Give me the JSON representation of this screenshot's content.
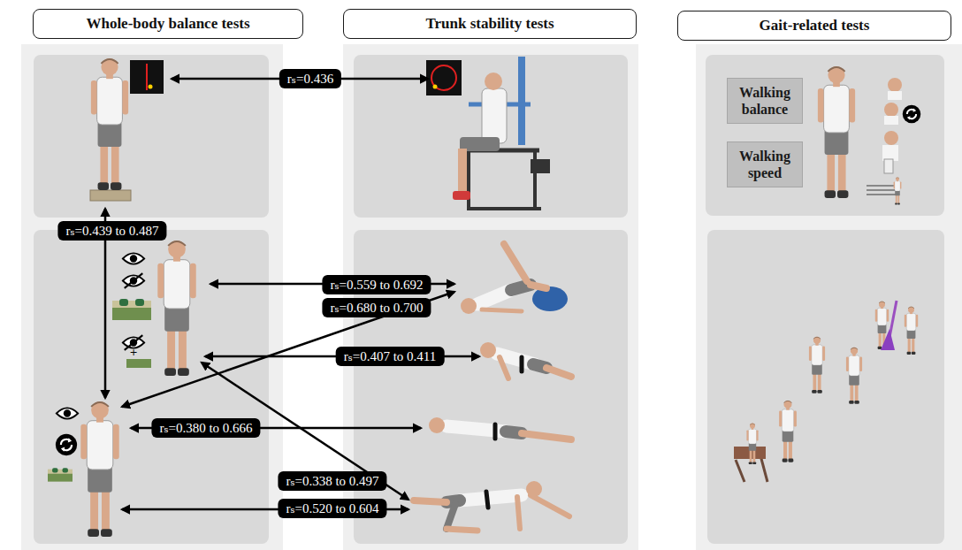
{
  "diagram": {
    "nodes": [
      {
        "text": [
          "Whole-body balance tests"
        ]
      },
      {
        "text": [
          "Trunk stability tests"
        ]
      },
      {
        "text": [
          "Gait-related tests"
        ]
      },
      {
        "text": [
          "Walking balance"
        ]
      },
      {
        "text": [
          "Walking speed"
        ]
      }
    ],
    "labels": [
      "rₛ=0.436",
      "rₛ=0.439 to 0.487",
      "rₛ=0.559 to 0.692",
      "rₛ=0.680 to 0.700",
      "rₛ=0.407 to 0.411",
      "rₛ=0.380 to 0.666",
      "rₛ=0.338 to 0.497",
      "rₛ=0.520 to 0.604"
    ]
  }
}
